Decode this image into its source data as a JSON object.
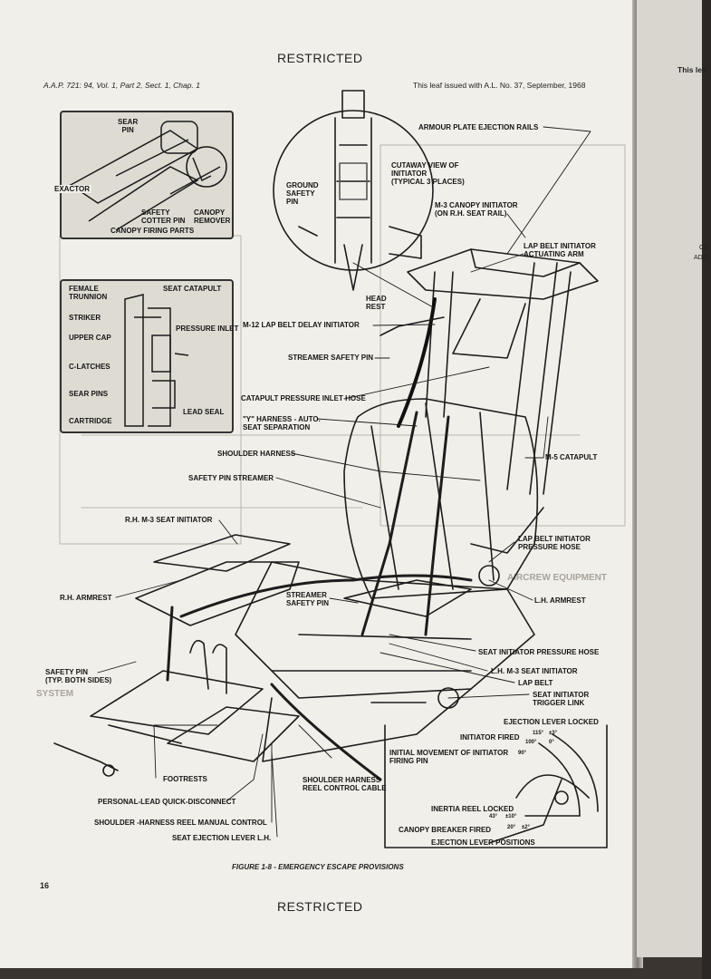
{
  "header": {
    "restricted_top": "RESTRICTED",
    "doc_ref": "A.A.P. 721: 94, Vol. 1, Part 2, Sect. 1, Chap. 1",
    "issue_note": "This leaf issued with A.L. No. 37, September, 1968"
  },
  "facing_page": {
    "top_fragment": "This lea",
    "ca_fragment": "CA",
    "adju_fragment": "ADJU"
  },
  "insets": {
    "canopy": {
      "sear_pin": "SEAR\nPIN",
      "exactor": "EXACTOR",
      "safety_cotter_pin": "SAFETY\nCOTTER PIN",
      "canopy_remover": "CANOPY\nREMOVER",
      "canopy_firing_parts": "CANOPY FIRING PARTS"
    },
    "catapult": {
      "female_trunnion": "FEMALE\nTRUNNION",
      "seat_catapult": "SEAT CATAPULT",
      "striker": "STRIKER",
      "pressure_inlet": "PRESSURE INLET",
      "upper_cap": "UPPER CAP",
      "c_latches": "C-LATCHES",
      "sear_pins": "SEAR PINS",
      "cartridge": "CARTRIDGE",
      "lead_seal": "LEAD SEAL"
    },
    "initiator": {
      "cutaway_view": "CUTAWAY VIEW OF\nINITIATOR\n(TYPICAL 3 PLACES)",
      "ground_safety_pin": "GROUND\nSAFETY\nPIN"
    }
  },
  "labels": {
    "armour_plate_rails": "ARMOUR PLATE EJECTION RAILS",
    "m3_canopy_initiator": "M-3 CANOPY INITIATOR\n(ON R.H. SEAT RAIL)",
    "lap_belt_initiator_arm": "LAP BELT INITIATOR\nACTUATING ARM",
    "head_rest": "HEAD\nREST",
    "m12_lap_belt_delay": "M-12 LAP BELT DELAY INITIATOR",
    "streamer_safety_pin": "STREAMER SAFETY PIN",
    "catapult_pressure_hose": "CATAPULT PRESSURE INLET HOSE",
    "y_harness": "\"Y\" HARNESS - AUTO.\nSEAT SEPARATION",
    "shoulder_harness": "SHOULDER HARNESS",
    "m5_catapult": "M-5 CATAPULT",
    "safety_pin_streamer": "SAFETY PIN STREAMER",
    "rh_m3_seat_initiator": "R.H. M-3 SEAT INITIATOR",
    "lap_belt_initiator_hose": "LAP BELT INITIATOR\nPRESSURE HOSE",
    "rh_armrest": "R.H. ARMREST",
    "streamer_safety_pin_2": "STREAMER\nSAFETY PIN",
    "lh_armrest": "L.H. ARMREST",
    "seat_initiator_hose": "SEAT INITIATOR PRESSURE HOSE",
    "safety_pin_both": "SAFETY PIN\n(TYP. BOTH SIDES)",
    "lh_m3_seat_initiator": "L.H. M-3 SEAT INITIATOR",
    "lap_belt": "LAP BELT",
    "seat_initiator_trigger": "SEAT INITIATOR\nTRIGGER LINK",
    "footrests": "FOOTRESTS",
    "personal_lead": "PERSONAL-LEAD QUICK-DISCONNECT",
    "shoulder_reel_control": "SHOULDER HARNESS\nREEL CONTROL CABLE",
    "shoulder_reel_manual": "SHOULDER -HARNESS REEL MANUAL CONTROL",
    "seat_ejection_lever": "SEAT EJECTION LEVER L.H."
  },
  "lever_diagram": {
    "ejection_lever_locked": "EJECTION LEVER LOCKED",
    "initiator_fired": "INITIATOR FIRED",
    "initial_movement": "INITIAL MOVEMENT OF INITIATOR\nFIRING PIN",
    "inertia_reel_locked": "INERTIA REEL LOCKED",
    "canopy_breaker_fired": "CANOPY BREAKER FIRED",
    "ejection_lever_positions": "EJECTION LEVER POSITIONS",
    "angle_115": "115°",
    "angle_100": "100°",
    "angle_90": "90°",
    "angle_43": "43°",
    "angle_20": "20°",
    "tol_3": "±3°",
    "tol_0": "0°",
    "tol_10": "±10°",
    "tol_2": "±2°"
  },
  "caption": "FIGURE 1-8 - EMERGENCY ESCAPE PROVISIONS",
  "page_number": "16",
  "restricted_bottom": "RESTRICTED",
  "bleed_through": {
    "aircrew_equipment": "AIRCREW EQUIPMENT",
    "system": "SYSTEM"
  }
}
